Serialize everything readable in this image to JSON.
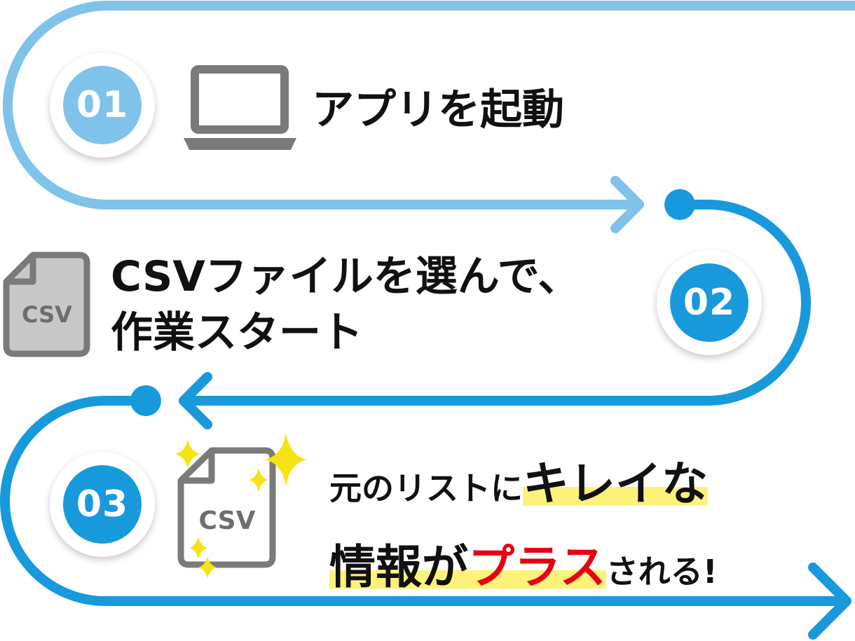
{
  "colors": {
    "light_blue": "#7fc2ea",
    "blue": "#1899dc",
    "icon_gray": "#7a7a7a",
    "file_fill": "#c8c8c8",
    "highlight": "#fcf27a",
    "accent_red": "#e60012",
    "sparkle": "#f6e313"
  },
  "steps": [
    {
      "number": "01",
      "icon": "laptop-icon",
      "text": "アプリを起動"
    },
    {
      "number": "02",
      "icon": "csv-file-icon",
      "file_label": "CSV",
      "line1": "CSVファイルを選んで、",
      "line2": "作業スタート"
    },
    {
      "number": "03",
      "icon": "csv-file-sparkle-icon",
      "file_label": "CSV",
      "line1_prefix": "元のリストに",
      "line1_highlight": "キレイな",
      "line2_highlight_a": "情報が",
      "line2_highlight_b": "プラス",
      "line2_suffix": "される!"
    }
  ]
}
